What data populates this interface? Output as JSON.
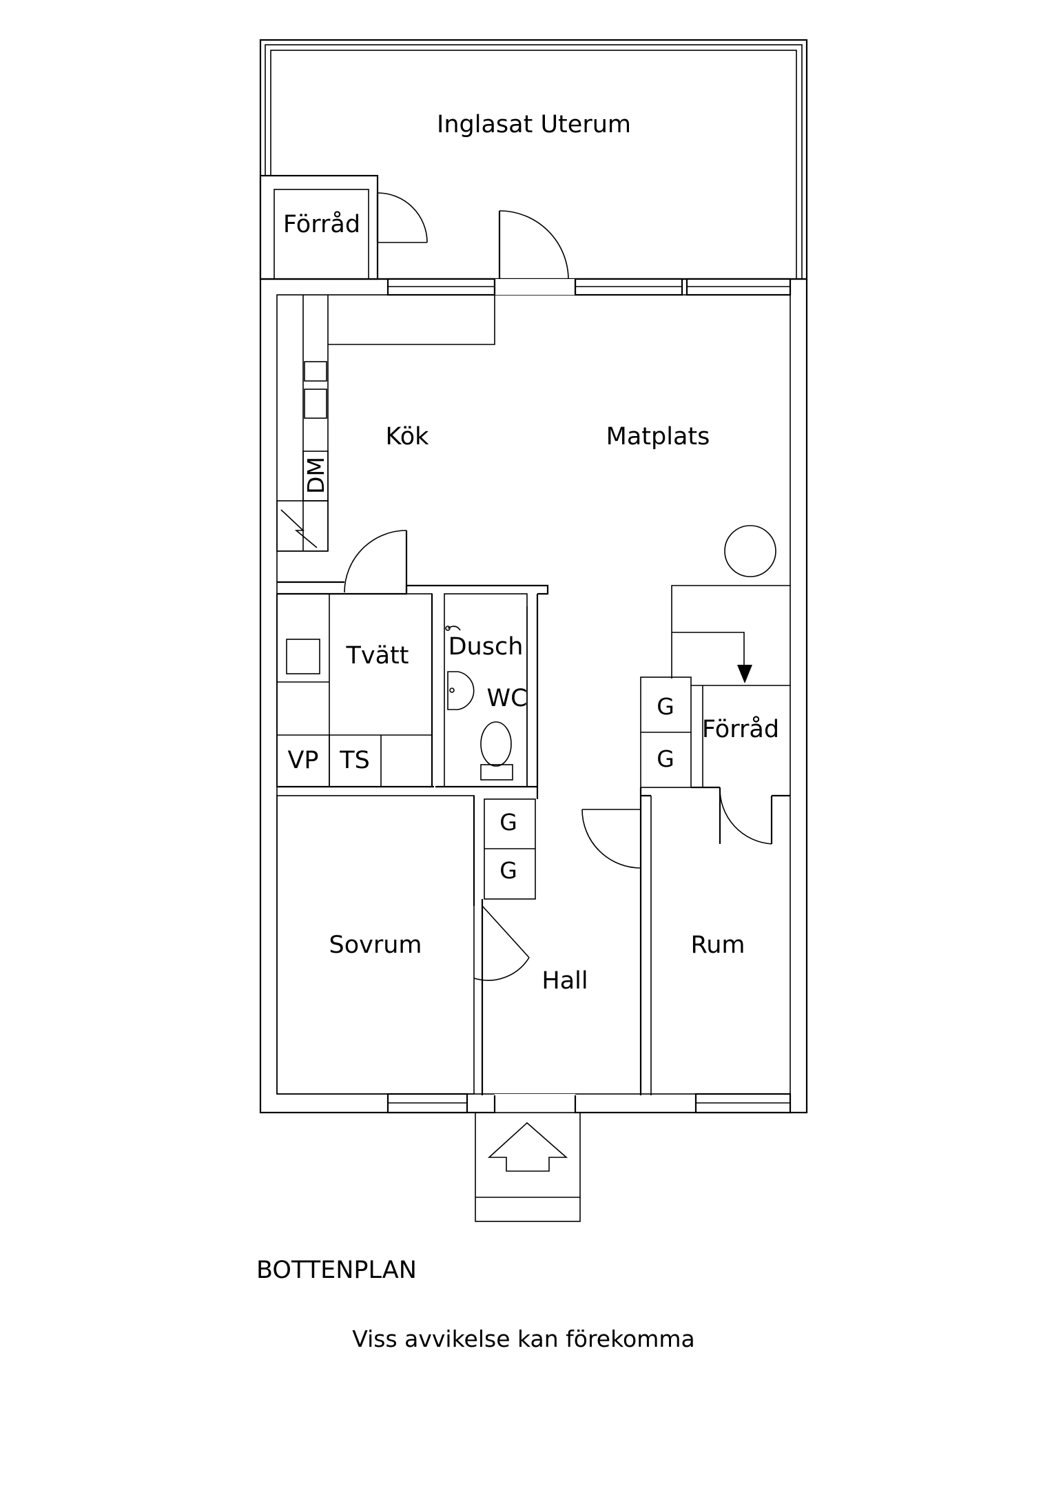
{
  "rooms": {
    "uterum": "Inglasat Uterum",
    "forrad_top": "Förråd",
    "kok": "Kök",
    "matplats": "Matplats",
    "dm": "DM",
    "tvatt": "Tvätt",
    "dusch": "Dusch",
    "wc": "WC",
    "vp": "VP",
    "ts": "TS",
    "forrad_right": "Förråd",
    "g": "G",
    "sovrum": "Sovrum",
    "hall": "Hall",
    "rum": "Rum"
  },
  "captions": {
    "floor": "BOTTENPLAN",
    "disclaimer": "Viss avvikelse kan förekomma"
  }
}
